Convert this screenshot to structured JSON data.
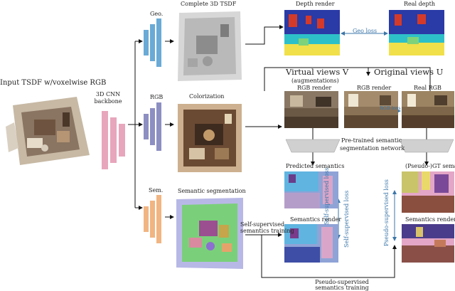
{
  "input": {
    "label": "Input TSDF w/voxelwise RGB"
  },
  "backbone": {
    "label_line1": "3D CNN",
    "label_line2": "backbone"
  },
  "heads": {
    "geo": "Geo.",
    "rgb": "RGB",
    "sem": "Sem."
  },
  "outputs": {
    "complete_tsdf": "Complete 3D TSDF",
    "colorization": "Colorization",
    "semantic_segmentation": "Semantic segmentation"
  },
  "renders": {
    "depth_render": "Depth  render",
    "real_depth": "Real depth",
    "geo_loss": "Geo loss",
    "virtual_views": "Virtual views V",
    "augmentations": "(augmentations)",
    "original_views": "Original views U",
    "rgb_render_v": "RGB  render",
    "rgb_render_u": "RGB  render",
    "real_rgb": "Real RGB",
    "rgb_loss": "RGB loss",
    "pretrained_line1": "Pre-trained semantic",
    "pretrained_line2": "segmentation network",
    "predicted_semantics": "Predicted semantics",
    "pseudo_gt_semantics": "(Pseudo-)GT semantics",
    "semantics_render_v": "Semantics  render",
    "semantics_render_u": "Semantics  render",
    "self_supervised_loss_top": "Self-supervised loss",
    "self_supervised_loss_bottom": "Self-supervised loss",
    "pseudo_supervised_loss": "Pseudo-supervised  loss",
    "self_supervised_training_line1": "Self-supervised",
    "self_supervised_training_line2": "semantics training",
    "pseudo_supervised_training_line1": "Pseudo-supervised",
    "pseudo_supervised_training_line2": "semantics  training"
  },
  "colors": {
    "backbone": "#e7a6bc",
    "geo": "#6aaad6",
    "rgb": "#8d8fc2",
    "sem": "#f1b582",
    "loss_blue": "#3b76a8"
  }
}
